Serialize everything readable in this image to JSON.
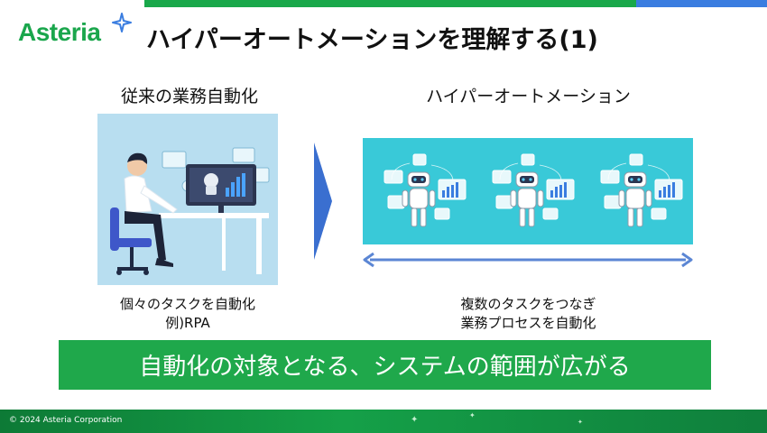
{
  "logo": {
    "text": "Asteria"
  },
  "title": "ハイパーオートメーションを理解する(1)",
  "left": {
    "heading": "従来の業務自動化",
    "caption_line1": "個々のタスクを自動化",
    "caption_line2": "例)RPA"
  },
  "right": {
    "heading": "ハイパーオートメーション",
    "caption_line1": "複数のタスクをつなぎ",
    "caption_line2": "業務プロセスを自動化"
  },
  "banner": "自動化の対象となる、システムの範囲が広がる",
  "footer": "© 2024 Asteria Corporation",
  "colors": {
    "brand_green": "#1fa84b",
    "accent_blue": "#3a7de0",
    "left_image_bg": "#b8def0",
    "right_image_bg": "#39c9d8"
  },
  "icons": [
    "sparkle-icon",
    "chevron-right-icon",
    "double-arrow-icon",
    "robot-icon",
    "person-at-desk-icon",
    "chart-icon"
  ]
}
